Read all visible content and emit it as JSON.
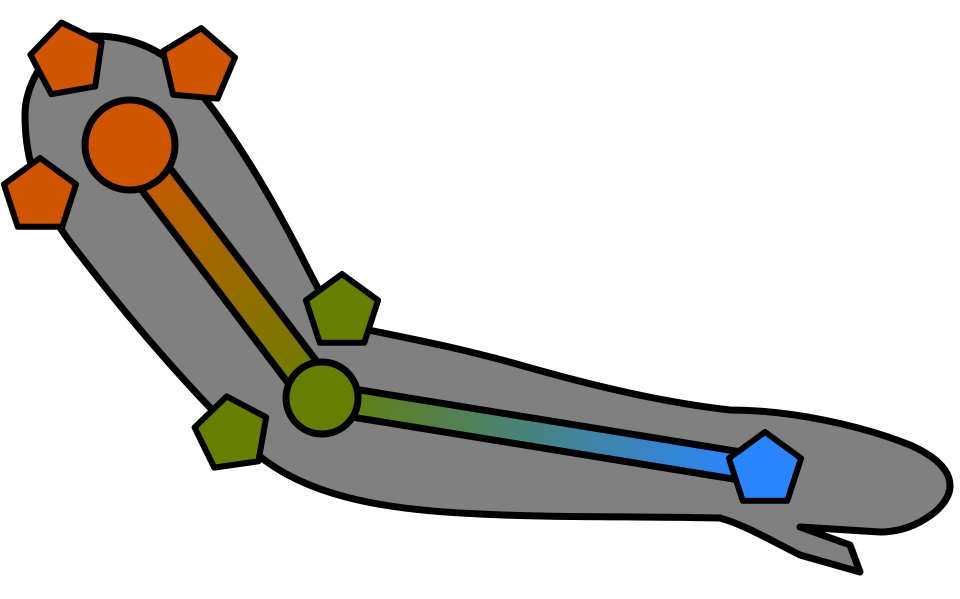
{
  "colors": {
    "background": "#ffffff",
    "limb_fill": "#808080",
    "outline": "#000000",
    "shoulder": "#d05500",
    "elbow": "#667f00",
    "wrist": "#2a86ff"
  },
  "joints": [
    {
      "name": "shoulder",
      "color_key": "shoulder"
    },
    {
      "name": "elbow",
      "color_key": "elbow"
    },
    {
      "name": "wrist",
      "color_key": "wrist"
    }
  ],
  "segments": [
    {
      "name": "upper-arm",
      "from": "shoulder",
      "to": "elbow"
    },
    {
      "name": "forearm",
      "from": "elbow",
      "to": "wrist"
    }
  ],
  "markers": [
    {
      "name": "shoulder-marker-1",
      "joint": "shoulder"
    },
    {
      "name": "shoulder-marker-2",
      "joint": "shoulder"
    },
    {
      "name": "shoulder-marker-3",
      "joint": "shoulder"
    },
    {
      "name": "elbow-marker-1",
      "joint": "elbow"
    },
    {
      "name": "elbow-marker-2",
      "joint": "elbow"
    },
    {
      "name": "wrist-marker",
      "joint": "wrist"
    }
  ]
}
